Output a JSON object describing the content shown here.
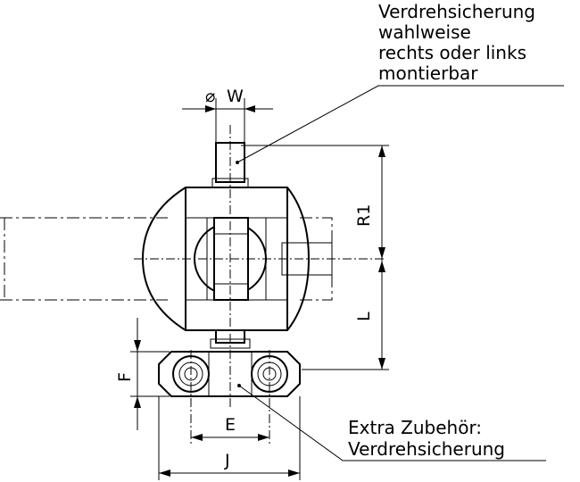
{
  "callouts": {
    "anti_rotation_optional": {
      "lines": [
        "Verdrehsicherung",
        "wahlweise",
        "rechts oder links",
        "montierbar"
      ]
    },
    "extra_accessory": {
      "lines": [
        "Extra Zubehör:",
        "Verdrehsicherung"
      ]
    }
  },
  "dimensions": {
    "w_diameter": "W",
    "w_symbol": "⌀",
    "r1": "R1",
    "l": "L",
    "f": "F",
    "e": "E",
    "j": "J"
  }
}
